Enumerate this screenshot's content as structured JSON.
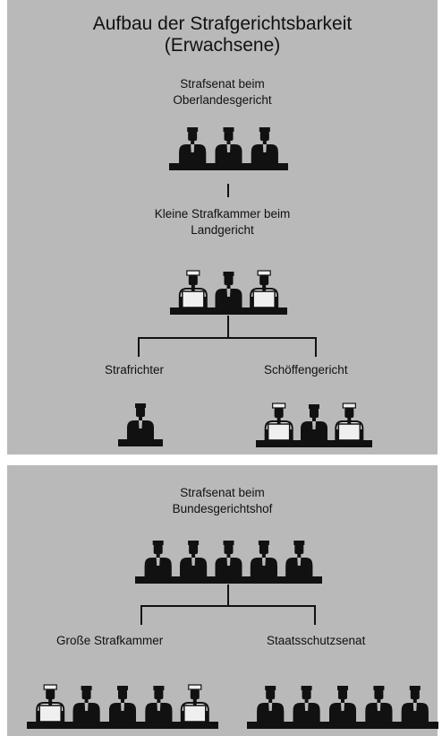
{
  "colors": {
    "panel_bg": "#b9b9b9",
    "line": "#111111",
    "judge_robe": "#111111",
    "lay_judge_robe": "#efefef"
  },
  "top_panel": {
    "title_line1": "Aufbau der Strafgerichtsbarkeit",
    "title_line2": "(Erwachsene)",
    "olg": {
      "label_line1": "Strafsenat beim",
      "label_line2": "Oberlandesgericht",
      "bench": [
        "judge",
        "judge",
        "judge"
      ]
    },
    "landgericht": {
      "label_line1": "Kleine Strafkammer beim",
      "label_line2": "Landgericht",
      "bench": [
        "lay-judge",
        "judge",
        "lay-judge"
      ]
    },
    "strafrichter": {
      "label": "Strafrichter",
      "bench": [
        "judge"
      ]
    },
    "schoeffengericht": {
      "label": "Schöffengericht",
      "bench": [
        "lay-judge",
        "judge",
        "lay-judge"
      ]
    }
  },
  "bottom_panel": {
    "bgh": {
      "label_line1": "Strafsenat beim",
      "label_line2": "Bundesgerichtshof",
      "bench": [
        "judge",
        "judge",
        "judge",
        "judge",
        "judge"
      ]
    },
    "grosse_strafkammer": {
      "label": "Große Strafkammer",
      "bench": [
        "lay-judge",
        "judge",
        "judge",
        "judge",
        "lay-judge"
      ]
    },
    "staatsschutzsenat": {
      "label": "Staatsschutzsenat",
      "bench": [
        "judge",
        "judge",
        "judge",
        "judge",
        "judge"
      ]
    }
  }
}
